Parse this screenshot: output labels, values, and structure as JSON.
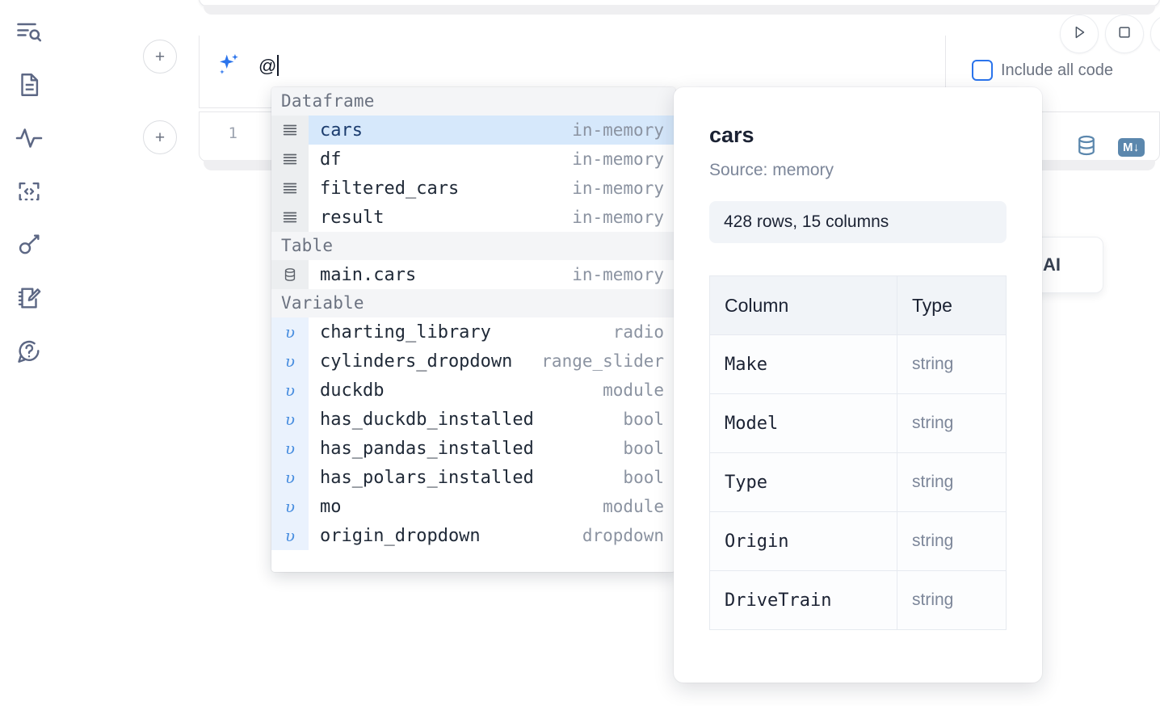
{
  "sidebar": {
    "items": [
      {
        "name": "outline-search-icon",
        "label": "Outline"
      },
      {
        "name": "document-icon",
        "label": "Notebook"
      },
      {
        "name": "activity-icon",
        "label": "Activity"
      },
      {
        "name": "code-snippet-icon",
        "label": "Snippets"
      },
      {
        "name": "key-icon",
        "label": "Secrets"
      },
      {
        "name": "notebook-edit-icon",
        "label": "Scratchpad"
      },
      {
        "name": "help-chat-icon",
        "label": "Help"
      }
    ]
  },
  "prompt": {
    "icon": "sparkle-icon",
    "value": "@",
    "add_button_label": "+"
  },
  "toolbar": {
    "run_icon": "play-icon",
    "stop_icon": "stop-square-icon",
    "third_icon": "circle-button-icon",
    "include_all_code_label": "Include all code",
    "include_all_code_checked": false
  },
  "cell": {
    "line_number": "1",
    "database_icon": "database-icon",
    "markdown_badge": "M↓"
  },
  "ai_card": {
    "label": "h AI"
  },
  "autocomplete": {
    "sections": [
      {
        "title": "Dataframe",
        "icon": "dataframe-icon",
        "icon_kind": "df",
        "items": [
          {
            "name": "cars",
            "type": "in-memory",
            "selected": true
          },
          {
            "name": "df",
            "type": "in-memory",
            "selected": false
          },
          {
            "name": "filtered_cars",
            "type": "in-memory",
            "selected": false
          },
          {
            "name": "result",
            "type": "in-memory",
            "selected": false
          }
        ]
      },
      {
        "title": "Table",
        "icon": "database-icon",
        "icon_kind": "table",
        "items": [
          {
            "name": "main.cars",
            "type": "in-memory",
            "selected": false
          }
        ]
      },
      {
        "title": "Variable",
        "icon": "variable-icon",
        "icon_kind": "var",
        "items": [
          {
            "name": "charting_library",
            "type": "radio",
            "selected": false
          },
          {
            "name": "cylinders_dropdown",
            "type": "range_slider",
            "selected": false
          },
          {
            "name": "duckdb",
            "type": "module",
            "selected": false
          },
          {
            "name": "has_duckdb_installed",
            "type": "bool",
            "selected": false
          },
          {
            "name": "has_pandas_installed",
            "type": "bool",
            "selected": false
          },
          {
            "name": "has_polars_installed",
            "type": "bool",
            "selected": false
          },
          {
            "name": "mo",
            "type": "module",
            "selected": false
          },
          {
            "name": "origin_dropdown",
            "type": "dropdown",
            "selected": false
          }
        ]
      }
    ]
  },
  "detail": {
    "title": "cars",
    "source": "Source: memory",
    "stats": "428 rows, 15 columns",
    "headers": {
      "column": "Column",
      "type": "Type"
    },
    "rows": [
      {
        "column": "Make",
        "type": "string"
      },
      {
        "column": "Model",
        "type": "string"
      },
      {
        "column": "Type",
        "type": "string"
      },
      {
        "column": "Origin",
        "type": "string"
      },
      {
        "column": "DriveTrain",
        "type": "string"
      }
    ]
  },
  "colors": {
    "accent_blue": "#2b74ec",
    "selected_row": "#d6e8fb",
    "icon_slate": "#5c6784",
    "steel_blue": "#5b87ad"
  }
}
